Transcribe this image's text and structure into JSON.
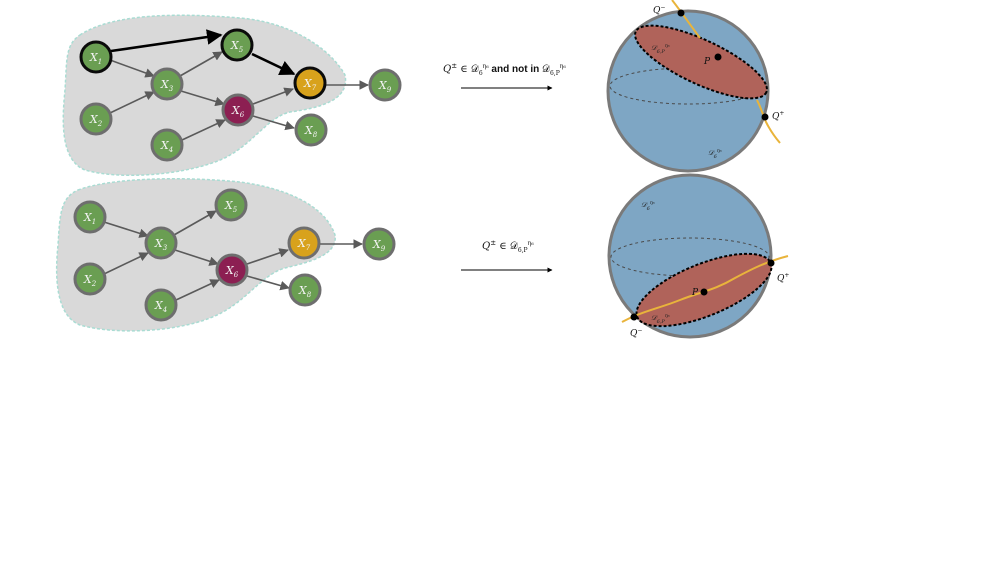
{
  "top_panel": {
    "nodes": [
      {
        "id": "X1",
        "label": "X",
        "sub": "1"
      },
      {
        "id": "X2",
        "label": "X",
        "sub": "2"
      },
      {
        "id": "X3",
        "label": "X",
        "sub": "3"
      },
      {
        "id": "X4",
        "label": "X",
        "sub": "4"
      },
      {
        "id": "X5",
        "label": "X",
        "sub": "5"
      },
      {
        "id": "X6",
        "label": "X",
        "sub": "6"
      },
      {
        "id": "X7",
        "label": "X",
        "sub": "7"
      },
      {
        "id": "X8",
        "label": "X",
        "sub": "8"
      },
      {
        "id": "X9",
        "label": "X",
        "sub": "9"
      }
    ],
    "caption_prefix": "Q",
    "caption_sup": "±",
    "caption_mid": " ∈ 𝒟",
    "caption_mid_sub": "6",
    "caption_mid_sup": "η₆",
    "caption_bold": " and not in ",
    "caption_end": "𝒟",
    "caption_end_sub": "6,P",
    "caption_end_sup": "η₆",
    "sphere": {
      "q_minus": "Q",
      "q_minus_sup": "−",
      "q_plus": "Q",
      "q_plus_sup": "+",
      "p": "P",
      "region_inner": "𝒟",
      "region_inner_sub": "6,P",
      "region_inner_sup": "η₆",
      "region_outer": "𝒟",
      "region_outer_sub": "6",
      "region_outer_sup": "η₆"
    }
  },
  "bottom_panel": {
    "nodes": [
      {
        "id": "X1",
        "label": "X",
        "sub": "1"
      },
      {
        "id": "X2",
        "label": "X",
        "sub": "2"
      },
      {
        "id": "X3",
        "label": "X",
        "sub": "3"
      },
      {
        "id": "X4",
        "label": "X",
        "sub": "4"
      },
      {
        "id": "X5",
        "label": "X",
        "sub": "5"
      },
      {
        "id": "X6",
        "label": "X",
        "sub": "6"
      },
      {
        "id": "X7",
        "label": "X",
        "sub": "7"
      },
      {
        "id": "X8",
        "label": "X",
        "sub": "8"
      },
      {
        "id": "X9",
        "label": "X",
        "sub": "9"
      }
    ],
    "caption_prefix": "Q",
    "caption_sup": "±",
    "caption_mid": " ∈ 𝒟",
    "caption_mid_sub": "6,P",
    "caption_mid_sup": "η₆",
    "sphere": {
      "q_minus": "Q",
      "q_minus_sup": "−",
      "q_plus": "Q",
      "q_plus_sup": "+",
      "p": "P",
      "region_inner": "𝒟",
      "region_inner_sub": "6,P",
      "region_inner_sup": "η₆",
      "region_outer": "𝒟",
      "region_outer_sub": "6",
      "region_outer_sup": "η₆"
    }
  },
  "colors": {
    "green": "#6a9e52",
    "crimson": "#8c1f52",
    "gold": "#d8a21c",
    "blob": "#d9d9d9",
    "blob_border": "#a9dcd3",
    "sphere": "#7ea6c4",
    "region": "#b0635a",
    "curve": "#e9b43b"
  }
}
